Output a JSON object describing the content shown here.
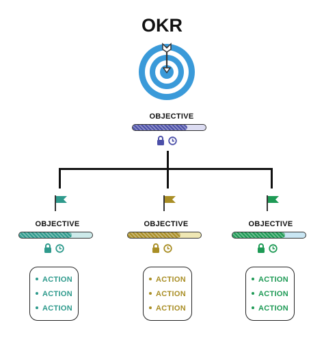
{
  "title": "OKR",
  "top": {
    "label": "OBJECTIVE",
    "color": "#4b4fa8",
    "track": "#dcdcf2",
    "progress": 0.75
  },
  "branches": [
    {
      "label": "OBJECTIVE",
      "color": "#2e9a8c",
      "track": "#cdeaea",
      "progress": 0.72,
      "actions": [
        "ACTION",
        "ACTION",
        "ACTION"
      ]
    },
    {
      "label": "OBJECTIVE",
      "color": "#a98e25",
      "track": "#efe7b4",
      "progress": 0.72,
      "actions": [
        "ACTION",
        "ACTION",
        "ACTION"
      ]
    },
    {
      "label": "OBJECTIVE",
      "color": "#1e9a55",
      "track": "#c9e6f3",
      "progress": 0.72,
      "actions": [
        "ACTION",
        "ACTION",
        "ACTION"
      ]
    }
  ],
  "icons": [
    "target-icon",
    "flag-icon",
    "lock-icon",
    "clock-icon"
  ]
}
